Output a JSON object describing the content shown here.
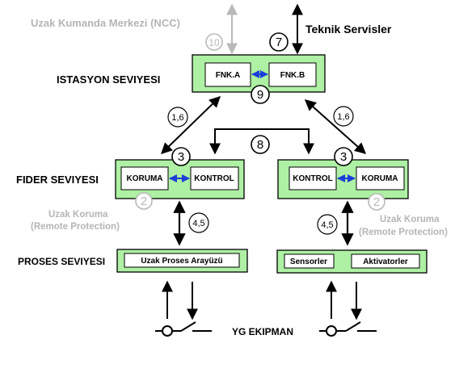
{
  "top": {
    "ncc_label": "Uzak Kumanda Merkezi (NCC)",
    "ncc_number": "10",
    "tech_number": "7",
    "tech_label": "Teknik Servisler"
  },
  "station": {
    "level_label": "ISTASYON SEVIYESI",
    "fnk_a": "FNK.A",
    "fnk_b": "FNK.B",
    "number": "9"
  },
  "links": {
    "left_label": "1,6",
    "right_label": "1,6",
    "center_number": "8"
  },
  "feeder": {
    "level_label": "FIDER SEVIYESI",
    "left_number": "3",
    "left_a": "KORUMA",
    "left_b": "KONTROL",
    "right_number": "3",
    "right_a": "KONTROL",
    "right_b": "KORUMA"
  },
  "remote": {
    "left_number": "2",
    "left_line1": "Uzak Koruma",
    "left_line2": "(Remote Protection)",
    "right_number": "2",
    "right_line1": "Uzak Koruma",
    "right_line2": "(Remote Protection)"
  },
  "process_links": {
    "left_label": "4,5",
    "right_label": "4,5"
  },
  "process": {
    "level_label": "PROSES SEVIYESI",
    "left_box": "Uzak Proses Arayüzü",
    "right_a": "Sensorler",
    "right_b": "Aktivatorler"
  },
  "equipment": {
    "label": "YG EKIPMAN"
  },
  "colors": {
    "box_fill": "#aef0a4",
    "arrow_blue": "#1a3fd6",
    "grey": "#b9b9b9"
  }
}
